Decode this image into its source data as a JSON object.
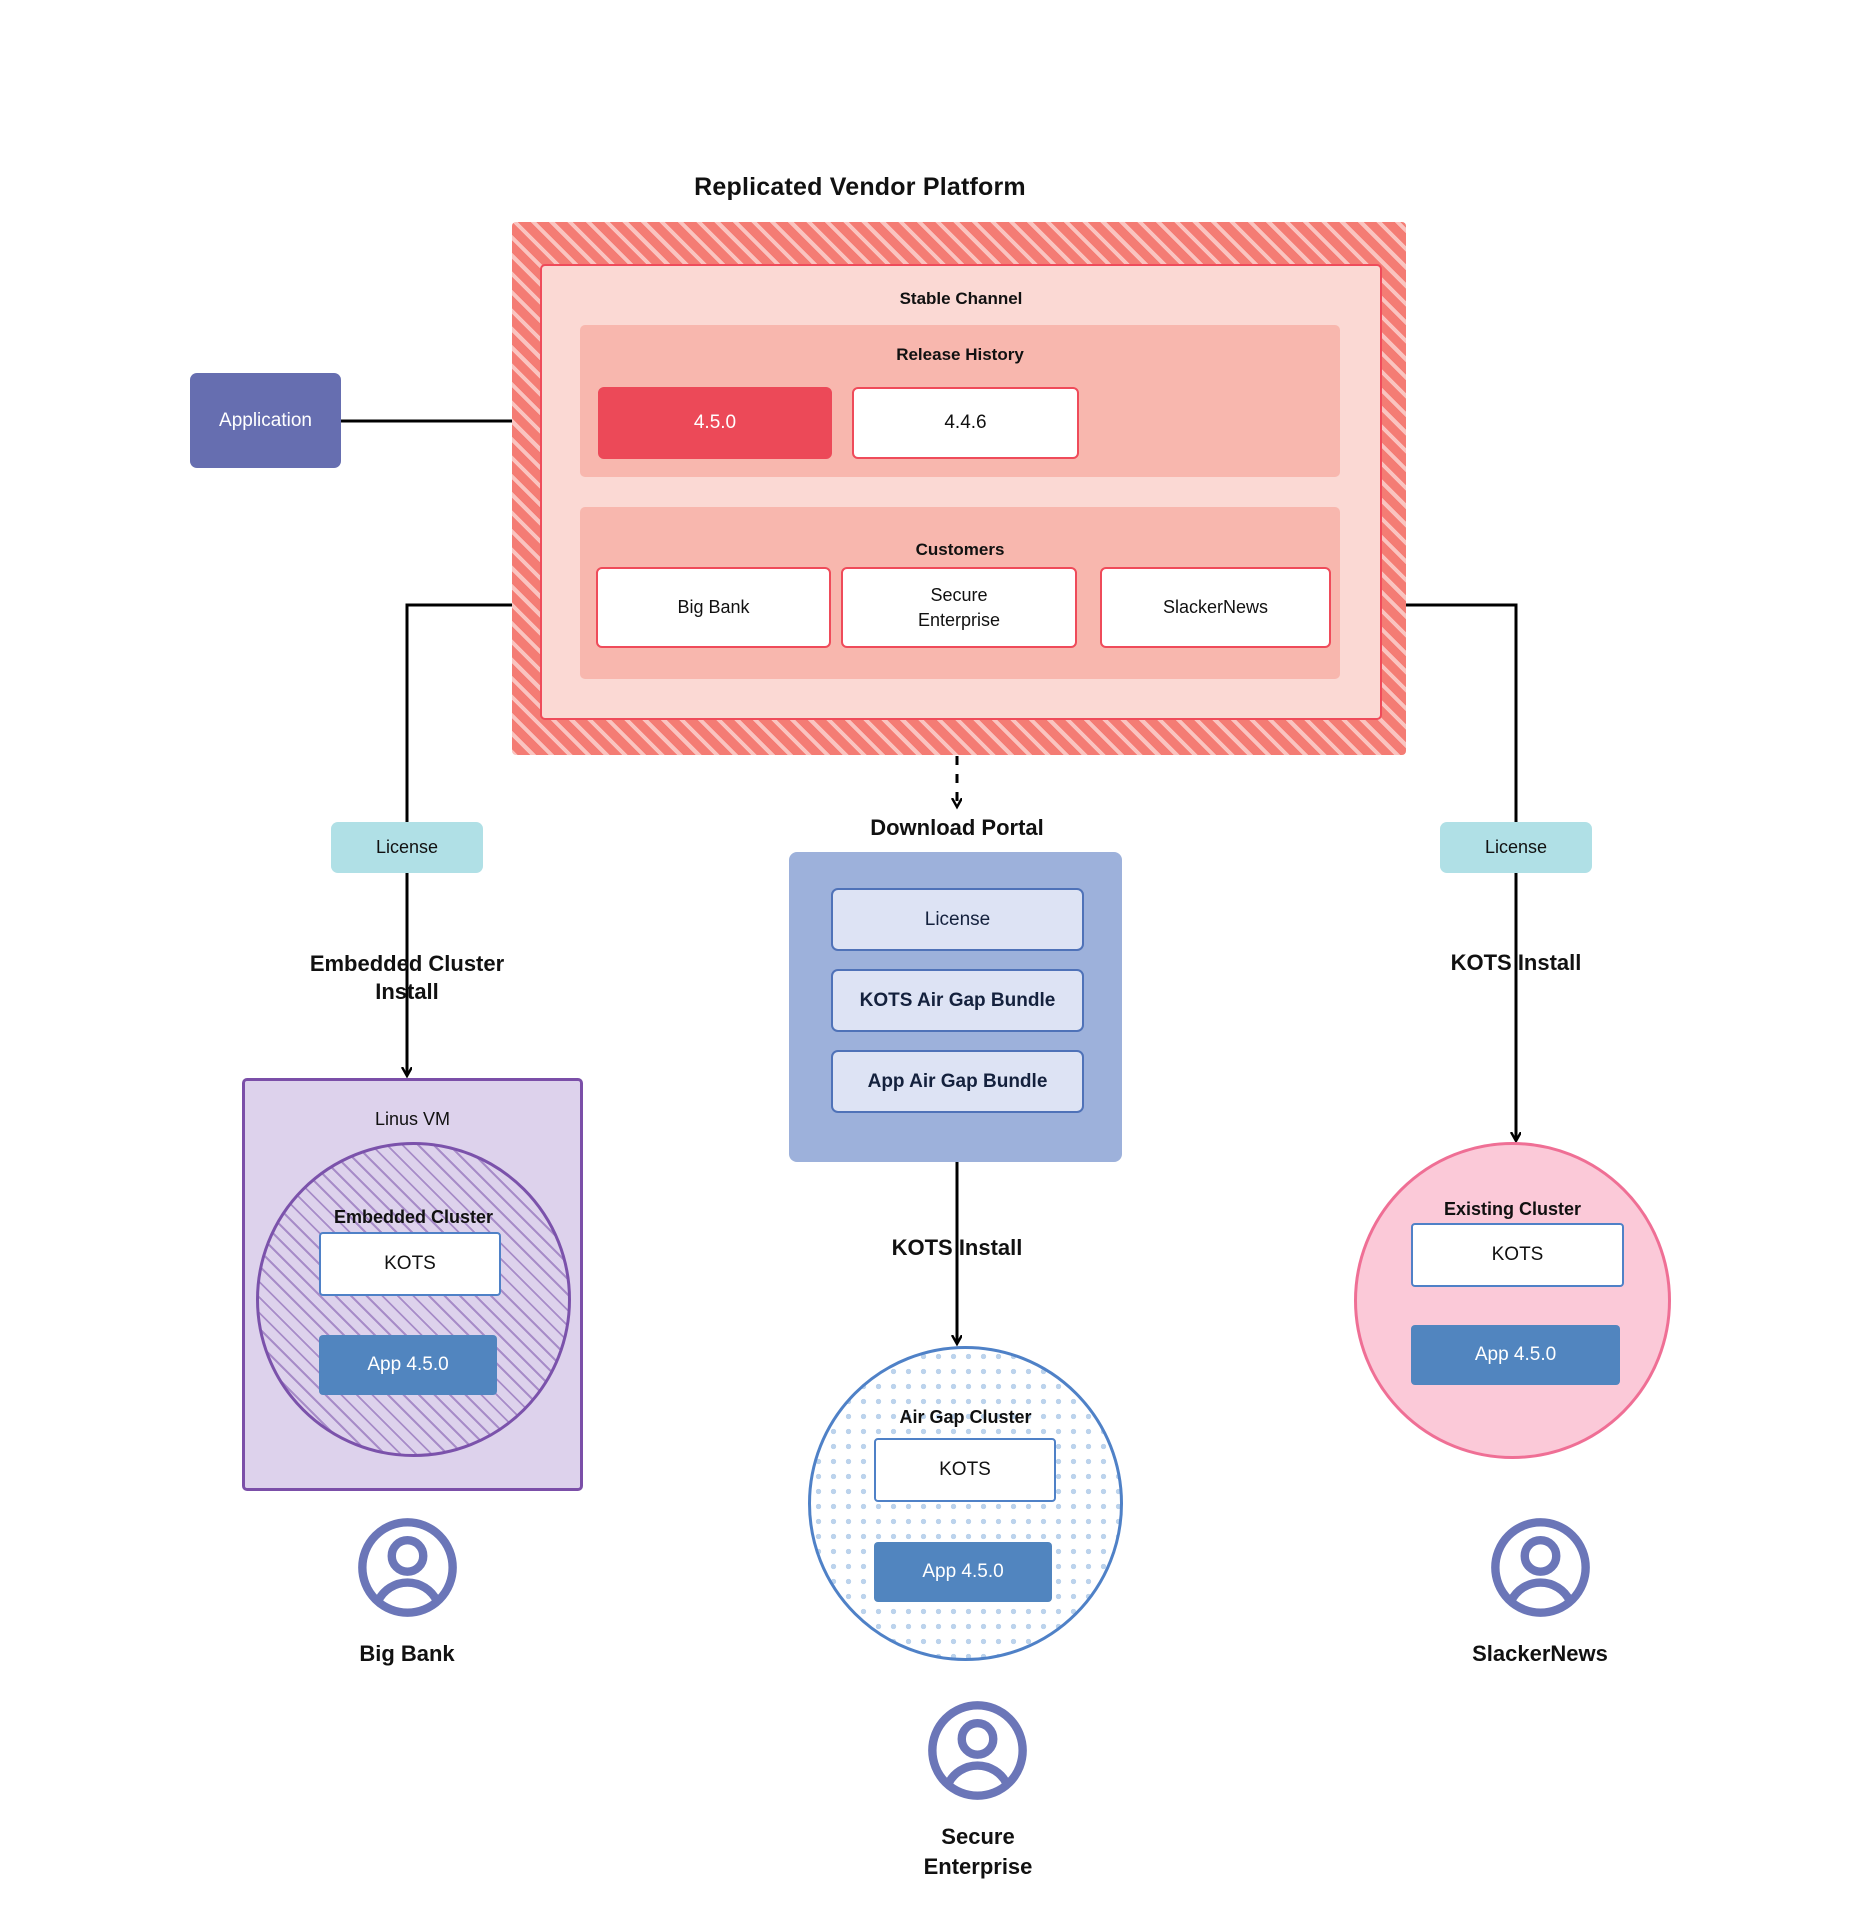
{
  "diagram": {
    "title": "Replicated Vendor Platform",
    "application_node": {
      "label": "Application"
    },
    "platform": {
      "channel": {
        "title": "Stable Channel"
      },
      "release_history": {
        "title": "Release History",
        "releases": [
          {
            "version": "4.5.0",
            "state": "current"
          },
          {
            "version": "4.4.6",
            "state": "previous"
          }
        ]
      },
      "customers": {
        "title": "Customers",
        "items": [
          {
            "name": "Big Bank"
          },
          {
            "name": "Secure\nEnterprise"
          },
          {
            "name": "SlackerNews"
          }
        ]
      }
    },
    "branches": {
      "left": {
        "license_label": "License",
        "install_label": "Embedded Cluster\nInstall",
        "vm_title": "Linus VM",
        "cluster_title": "Embedded Cluster",
        "kots_label": "KOTS",
        "app_label": "App 4.5.0",
        "customer_label": "Big Bank"
      },
      "center": {
        "portal_title": "Download  Portal",
        "portal_items": [
          {
            "label": "License"
          },
          {
            "label": "KOTS Air Gap Bundle"
          },
          {
            "label": "App Air Gap Bundle"
          }
        ],
        "install_label": "KOTS Install",
        "cluster_title": "Air Gap Cluster",
        "kots_label": "KOTS",
        "app_label": "App 4.5.0",
        "customer_label": "Secure\nEnterprise"
      },
      "right": {
        "license_label": "License",
        "install_label": "KOTS Install",
        "cluster_title": "Existing Cluster",
        "kots_label": "KOTS",
        "app_label": "App 4.5.0",
        "customer_label": "SlackerNews"
      }
    },
    "colors": {
      "platform_hatch": "#f47c74",
      "platform_inner": "#fbd9d4",
      "panel": "#f8b7ae",
      "release_current": "#ec4958",
      "release_border": "#ef4b5a",
      "application": "#666eb0",
      "license": "#b0e0e6",
      "portal": "#9db1db",
      "portal_item": "#dde3f4",
      "vm": "#ddd2ec",
      "vm_border": "#7b4fa8",
      "airgap_border": "#4f81c7",
      "existing_cluster": "#fbc9d8",
      "existing_cluster_border": "#ef6f95",
      "app_version": "#5185bf",
      "avatar": "#6b76b8",
      "connector": "#000000"
    }
  }
}
